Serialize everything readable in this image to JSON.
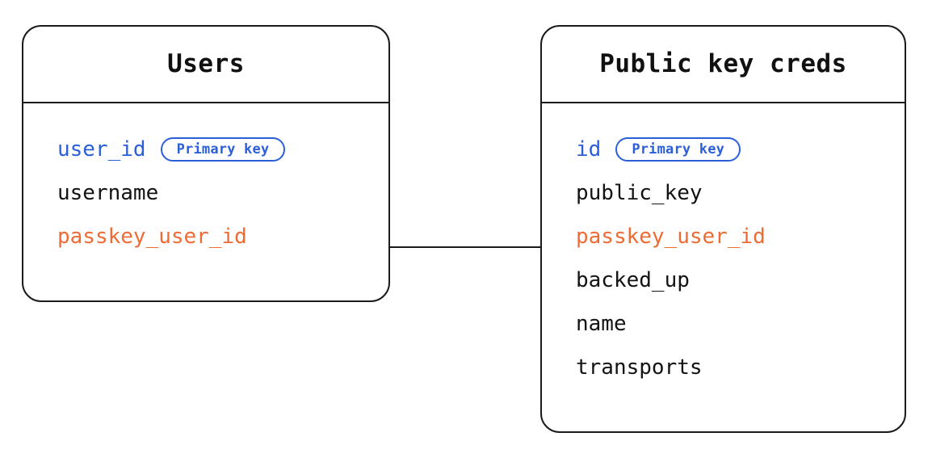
{
  "diagram": {
    "type": "entity-relationship-diagram",
    "background_color": "#ffffff",
    "line_color": "#1b1b1b",
    "colors": {
      "primary_key": "#2b5fd9",
      "foreign_key": "#ee6c34",
      "text": "#131313",
      "border": "#1b1b1b"
    },
    "entities": [
      {
        "id": "users",
        "title": "Users",
        "fields": [
          {
            "name": "user_id",
            "role": "primary",
            "badge": "Primary key"
          },
          {
            "name": "username",
            "role": "plain",
            "badge": null
          },
          {
            "name": "passkey_user_id",
            "role": "foreign",
            "badge": null
          }
        ]
      },
      {
        "id": "public-key-creds",
        "title": "Public key creds",
        "fields": [
          {
            "name": "id",
            "role": "primary",
            "badge": "Primary key"
          },
          {
            "name": "public_key",
            "role": "plain",
            "badge": null
          },
          {
            "name": "passkey_user_id",
            "role": "foreign",
            "badge": null
          },
          {
            "name": "backed_up",
            "role": "plain",
            "badge": null
          },
          {
            "name": "name",
            "role": "plain",
            "badge": null
          },
          {
            "name": "transports",
            "role": "plain",
            "badge": null
          }
        ]
      }
    ],
    "relationships": [
      {
        "id": "users-to-creds",
        "from_entity": "users",
        "from_field": "passkey_user_id",
        "to_entity": "public-key-creds",
        "to_field": "passkey_user_id"
      }
    ]
  }
}
